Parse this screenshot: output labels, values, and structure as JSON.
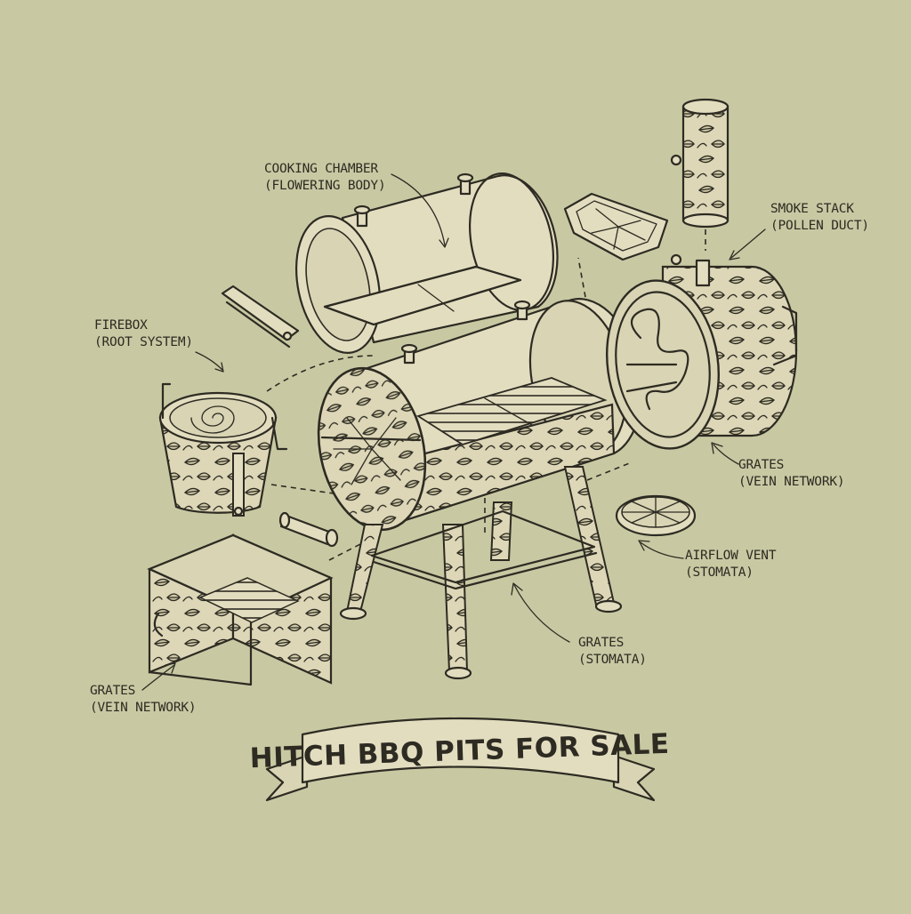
{
  "labels": {
    "cooking_chamber": {
      "line1": "COOKING CHAMBER",
      "line2": "(FLOWERING BODY)"
    },
    "smoke_stack": {
      "line1": "SMOKE STACK",
      "line2": "(POLLEN DUCT)"
    },
    "firebox": {
      "line1": "FIREBOX",
      "line2": "(ROOT SYSTEM)"
    },
    "grates_right": {
      "line1": "GRATES",
      "line2": "(VEIN NETWORK)"
    },
    "airflow_vent": {
      "line1": "AIRFLOW VENT",
      "line2": "(STOMATA)"
    },
    "grates_center": {
      "line1": "GRATES",
      "line2": "(STOMATA)"
    },
    "grates_left": {
      "line1": "GRATES",
      "line2": "(VEIN NETWORK)"
    }
  },
  "banner": {
    "text": "HITCH BBQ PITS FOR SALE"
  },
  "colors": {
    "background": "#c8c9a3",
    "ink": "#2d2b22",
    "paper": "#e3ddc0"
  }
}
